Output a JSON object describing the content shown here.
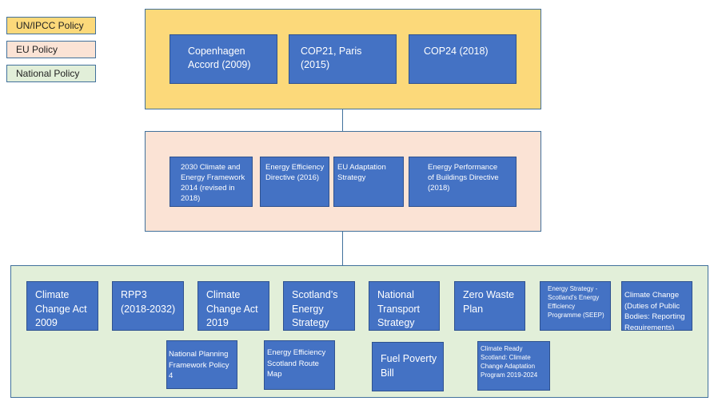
{
  "legend": {
    "un": "UN/IPCC Policy",
    "eu": "EU Policy",
    "national": "National Policy"
  },
  "colors": {
    "un_fill": "#fcd97a",
    "eu_fill": "#fbe3d5",
    "national_fill": "#e2efd9",
    "box_fill": "#4472c4",
    "border": "#41719c"
  },
  "un_policies": [
    "Copenhagen Accord (2009)",
    "COP21, Paris (2015)",
    "COP24 (2018)"
  ],
  "eu_policies": [
    "2030 Climate and Energy Framework 2014 (revised in 2018)",
    "Energy Efficiency Directive (2016)",
    "EU Adaptation Strategy",
    "Energy Performance of Buildings Directive (2018)"
  ],
  "national_policies_row1": [
    "Climate Change Act 2009",
    "RPP3 (2018-2032)",
    "Climate Change Act 2019",
    "Scotland’s Energy Strategy",
    "National Transport Strategy",
    "Zero Waste Plan",
    "Energy Strategy - Scotland's Energy Efficiency Programme (SEEP)",
    "Climate Change (Duties of Public Bodies: Reporting Requirements)"
  ],
  "national_policies_row2": [
    "National Planning Framework Policy 4",
    "Energy Efficiency Scotland Route Map",
    "Fuel Poverty Bill",
    "Climate Ready Scotland: Climate Change Adaptation Program 2019-2024"
  ]
}
